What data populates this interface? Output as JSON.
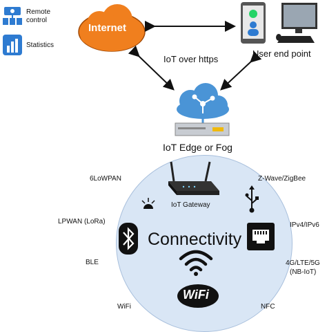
{
  "top_left": {
    "remote_control": "Remote control",
    "statistics": "Statistics"
  },
  "cloud": {
    "label": "Internet"
  },
  "user": {
    "label": "User end point"
  },
  "link": {
    "label": "IoT over https"
  },
  "edge": {
    "label": "IoT Edge or Fog"
  },
  "gateway": {
    "label": "IoT Gateway"
  },
  "center": {
    "label": "Connectivity"
  },
  "protocols": {
    "lowpan": "6LoWPAN",
    "lpwan": "LPWAN (LoRa)",
    "ble": "BLE",
    "wifi": "WiFi",
    "zwave": "Z-Wave/ZigBee",
    "ipv": "IPv4/IPv6",
    "cellular_1": "4G/LTE/5G",
    "cellular_2": "(NB-IoT)",
    "nfc": "NFC"
  },
  "wifi_logo": "WiFi",
  "colors": {
    "cloud_orange": "#f07f1e",
    "edge_blue": "#4a94d6",
    "circle_fill": "#d9e6f5",
    "accent_dark": "#111111"
  }
}
